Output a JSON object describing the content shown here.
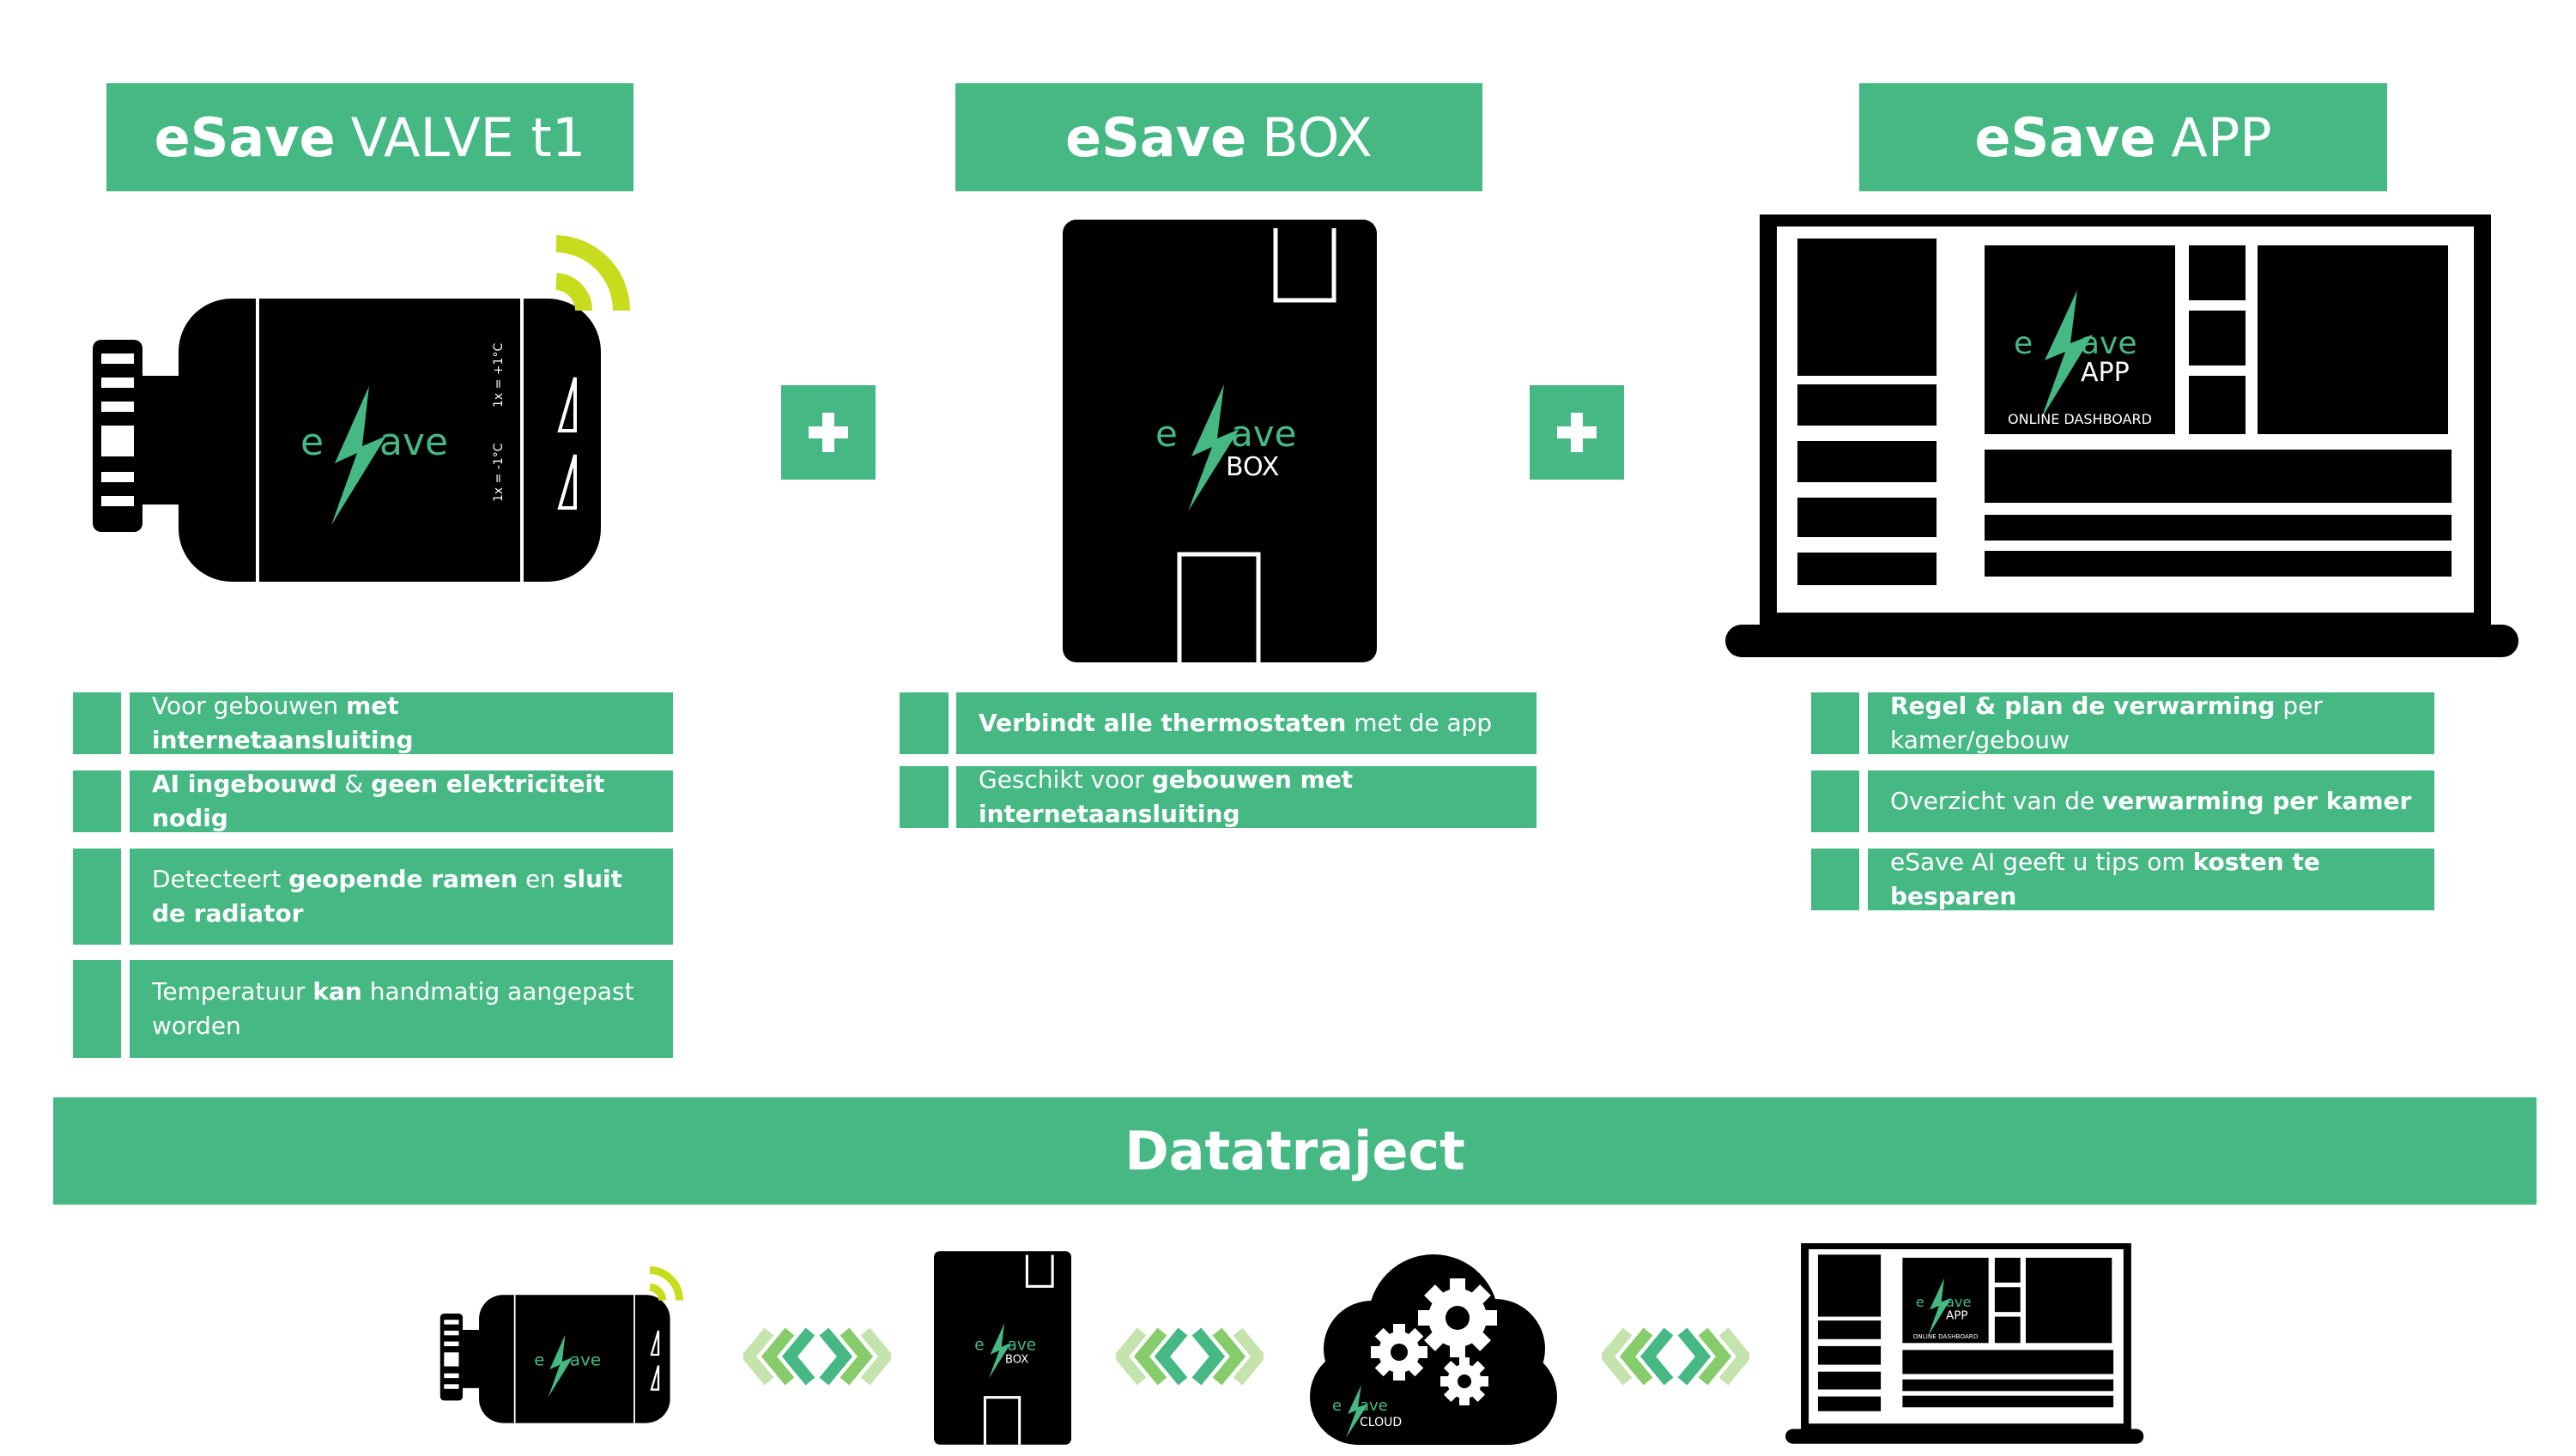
{
  "colors": {
    "brand_green": "#45b883",
    "device_black": "#000000",
    "signal_yellow": "#c8dc1e",
    "white": "#ffffff"
  },
  "products": [
    {
      "brand": "eSave",
      "name": "VALVE t1"
    },
    {
      "brand": "eSave",
      "name": "BOX"
    },
    {
      "brand": "eSave",
      "name": "APP"
    }
  ],
  "logo": {
    "e": "e",
    "ave": "ave",
    "box": "BOX",
    "app": "APP",
    "cloud": "CLOUD",
    "dashboard": "ONLINE DASHBOARD"
  },
  "valve_labels": {
    "up": "1x = +1°C",
    "down": "1x = -1°C"
  },
  "valve_features": [
    {
      "parts": [
        {
          "t": "Voor gebouwen ",
          "b": false
        },
        {
          "t": "met internetaansluiting",
          "b": true
        }
      ]
    },
    {
      "parts": [
        {
          "t": "AI ingebouwd",
          "b": true
        },
        {
          "t": " & ",
          "b": false
        },
        {
          "t": "geen elektriciteit nodig",
          "b": true
        }
      ]
    },
    {
      "parts": [
        {
          "t": "Detecteert ",
          "b": false
        },
        {
          "t": "geopende ramen",
          "b": true
        },
        {
          "t": " en ",
          "b": false
        },
        {
          "t": "sluit de radiator",
          "b": true
        }
      ]
    },
    {
      "parts": [
        {
          "t": "Temperatuur ",
          "b": false
        },
        {
          "t": "kan",
          "b": true
        },
        {
          "t": " handmatig aangepast worden",
          "b": false
        }
      ]
    }
  ],
  "box_features": [
    {
      "parts": [
        {
          "t": "Verbindt alle thermostaten",
          "b": true
        },
        {
          "t": " met de app",
          "b": false
        }
      ]
    },
    {
      "parts": [
        {
          "t": "Geschikt voor ",
          "b": false
        },
        {
          "t": "gebouwen met internetaansluiting",
          "b": true
        }
      ]
    }
  ],
  "app_features": [
    {
      "parts": [
        {
          "t": "Regel & plan de verwarming",
          "b": true
        },
        {
          "t": " per kamer/gebouw",
          "b": false
        }
      ]
    },
    {
      "parts": [
        {
          "t": "Overzicht van de ",
          "b": false
        },
        {
          "t": "verwarming per kamer",
          "b": true
        }
      ]
    },
    {
      "parts": [
        {
          "t": "eSave AI geeft u tips om ",
          "b": false
        },
        {
          "t": "kosten te besparen",
          "b": true
        }
      ]
    }
  ],
  "datatraject": {
    "title": "Datatraject"
  },
  "icons": {
    "plus": "plus-icon",
    "wifi": "wifi-signal-icon",
    "bolt": "lightning-bolt-icon",
    "gear": "gear-icon",
    "cloud": "cloud-icon",
    "arrows": "double-chevron-arrows-icon"
  }
}
